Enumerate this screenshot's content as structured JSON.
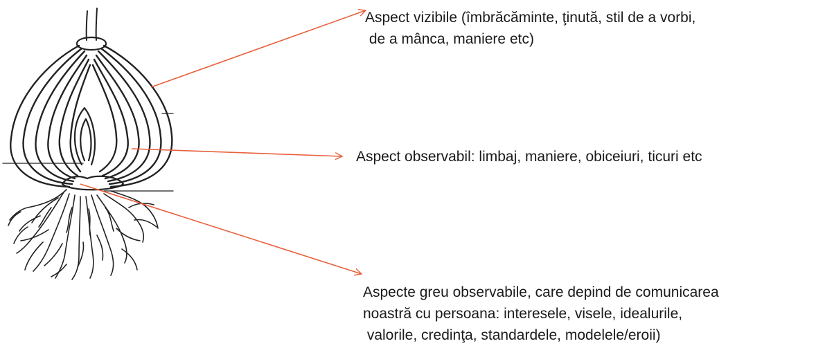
{
  "labels": {
    "visible": {
      "line1": "Aspect vizibile (îmbrăcăminte, ţinută, stil de a vorbi,",
      "line2": " de a mânca, maniere etc)"
    },
    "observable": {
      "line1": "Aspect observabil: limbaj, maniere, obiceiuri, ticuri etc"
    },
    "hidden": {
      "line1": "Aspecte greu observabile, care depind de comunicarea",
      "line2": "noastră cu persoana: interesele, visele, idealurile,",
      "line3": " valorile, credinţa, standardele, modelele/eroii)"
    }
  },
  "colors": {
    "arrow": "#e8603c",
    "ink": "#1a1a1a"
  },
  "icons": {
    "onion": "onion-illustration-icon"
  }
}
